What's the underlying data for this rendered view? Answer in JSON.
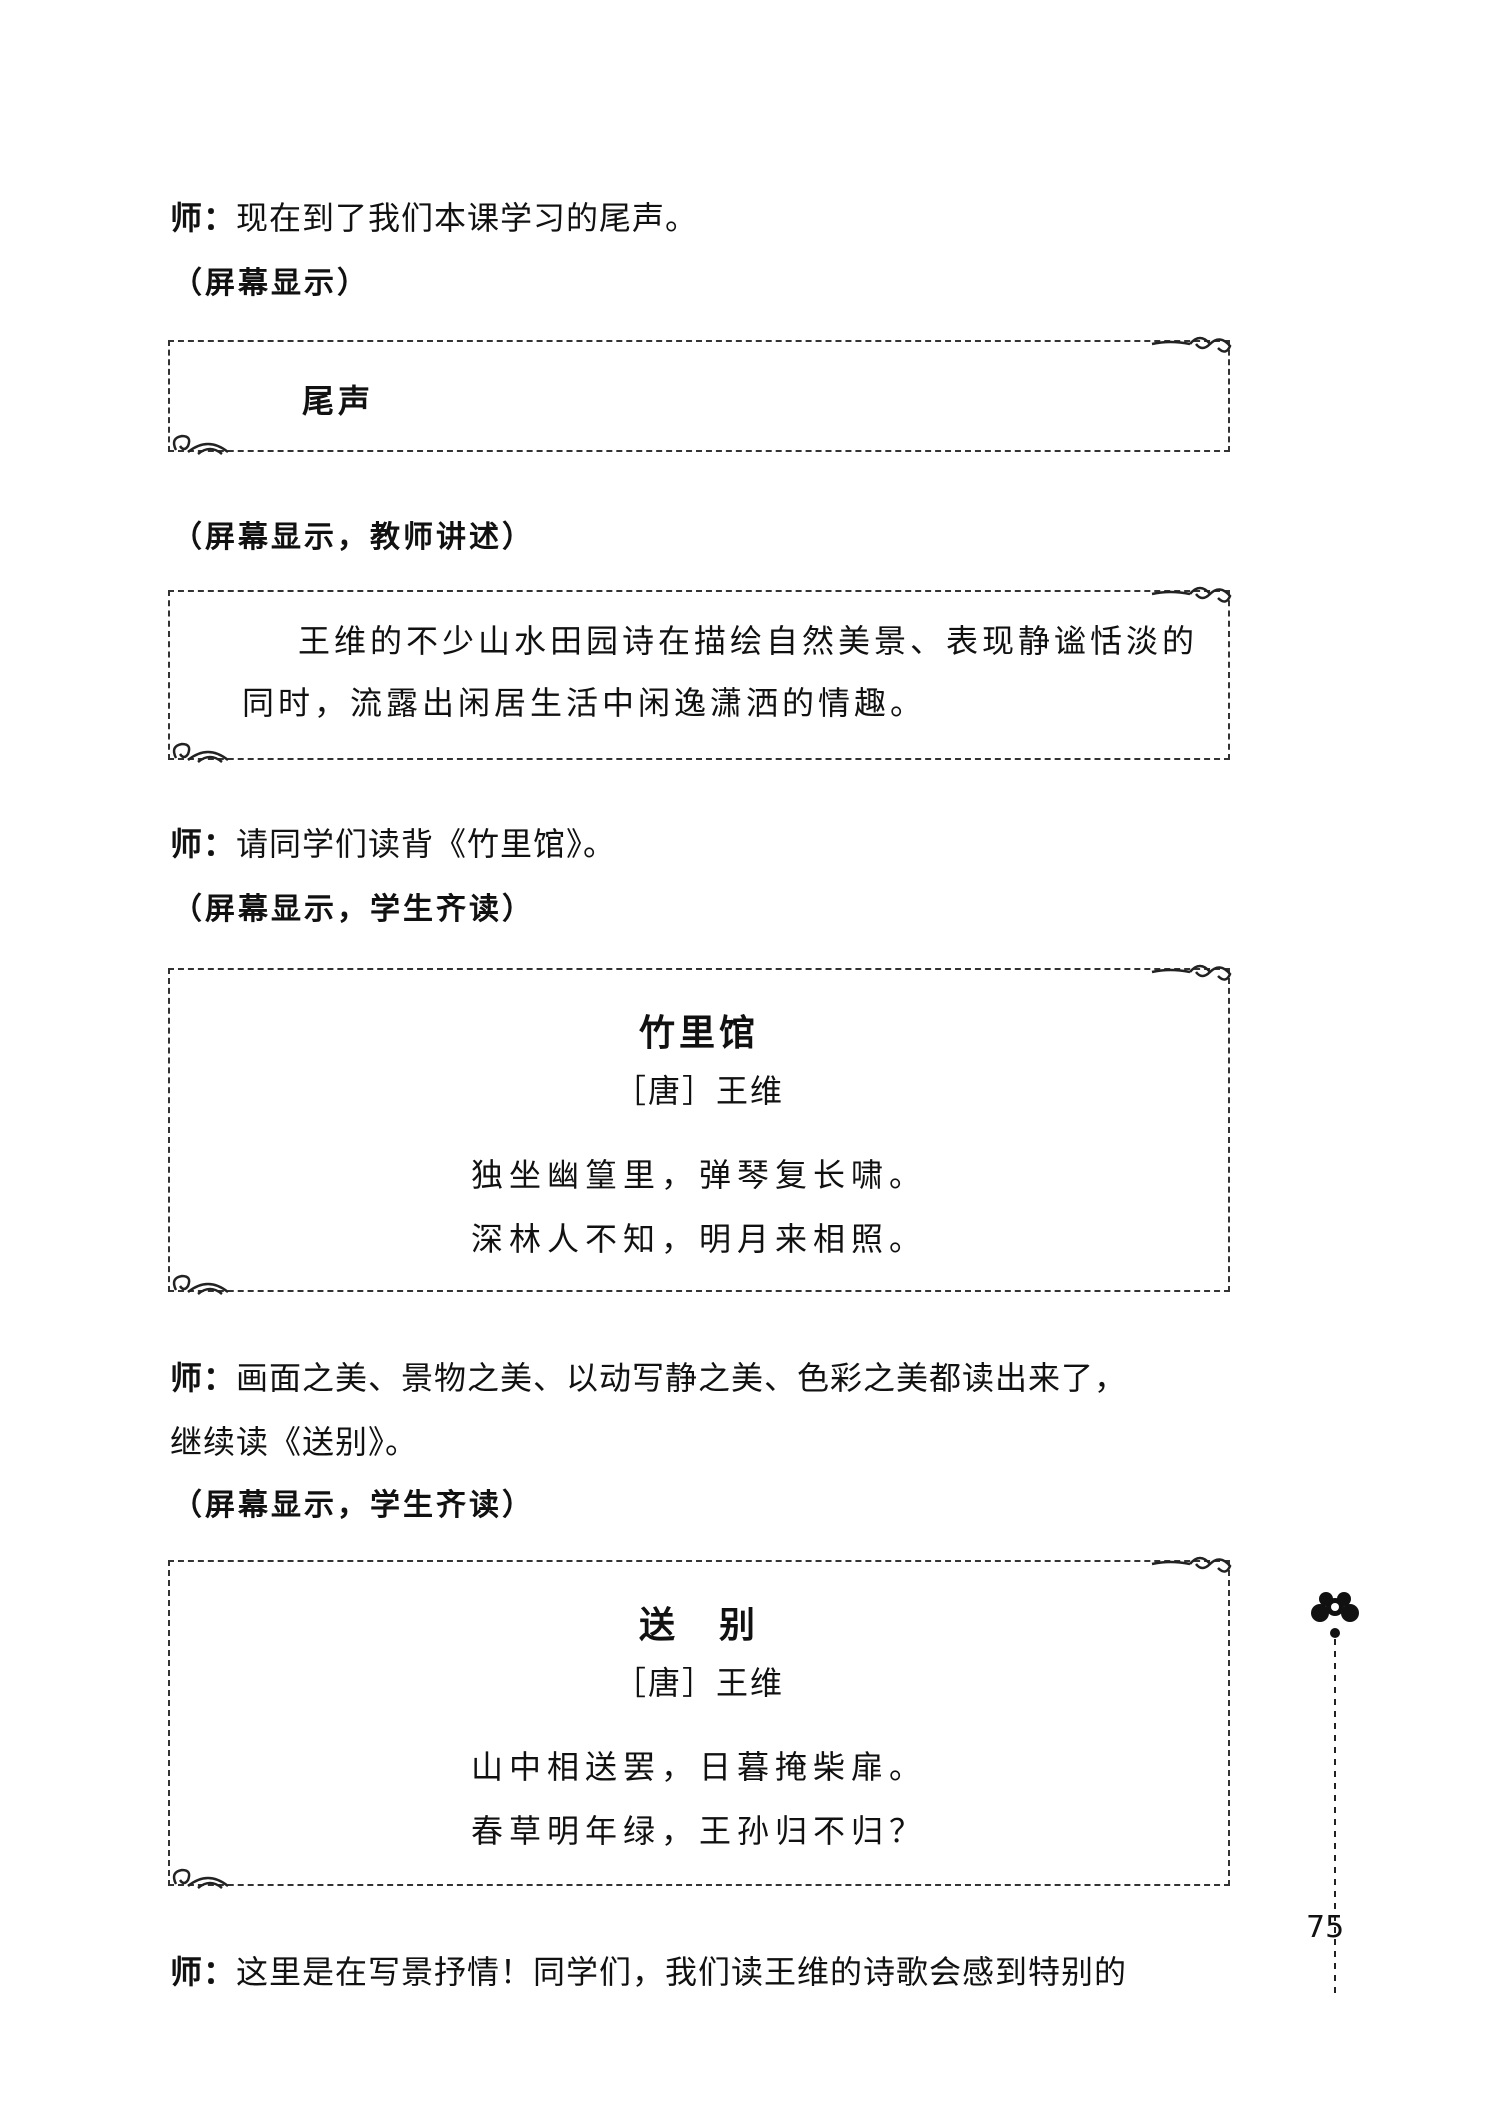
{
  "lines": {
    "t1": {
      "speaker": "师：",
      "text": "现在到了我们本课学习的尾声。"
    },
    "note1": "（屏幕显示）",
    "box1": {
      "text": "尾声"
    },
    "note2": "（屏幕显示，教师讲述）",
    "box2": {
      "line1": "王维的不少山水田园诗在描绘自然美景、表现静谧恬淡的",
      "line2": "同时，流露出闲居生活中闲逸潇洒的情趣。"
    },
    "t2": {
      "speaker": "师：",
      "text": "请同学们读背《竹里馆》。"
    },
    "note3": "（屏幕显示，学生齐读）",
    "poem1": {
      "title": "竹里馆",
      "author": "［唐］王维",
      "line1": "独坐幽篁里，弹琴复长啸。",
      "line2": "深林人不知，明月来相照。"
    },
    "t3": {
      "speaker": "师：",
      "text": "画面之美、景物之美、以动写静之美、色彩之美都读出来了，",
      "text2": "继续读《送别》。"
    },
    "note4": "（屏幕显示，学生齐读）",
    "poem2": {
      "title": "送　别",
      "author": "［唐］王维",
      "line1": "山中相送罢，日暮掩柴扉。",
      "line2": "春草明年绿，王孙归不归？"
    },
    "t4": {
      "speaker": "师：",
      "text": "这里是在写景抒情！同学们，我们读王维的诗歌会感到特别的"
    }
  },
  "page_number": "75"
}
